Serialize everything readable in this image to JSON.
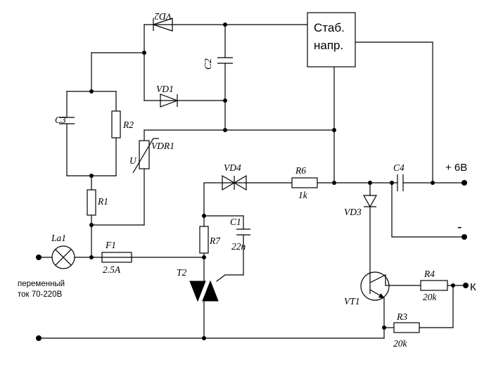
{
  "stabilizer_box": {
    "line1": "Стаб.",
    "line2": "напр."
  },
  "components": {
    "vd1": {
      "label": "VD1"
    },
    "vd2": {
      "label": "VD2"
    },
    "vd3": {
      "label": "VD3"
    },
    "vd4": {
      "label": "VD4"
    },
    "c1": {
      "label": "C1",
      "value": "22n"
    },
    "c2": {
      "label": "C2"
    },
    "c3": {
      "label": "C3"
    },
    "c4": {
      "label": "C4"
    },
    "r1": {
      "label": "R1"
    },
    "r2": {
      "label": "R2"
    },
    "r3": {
      "label": "R3",
      "value": "20k"
    },
    "r4": {
      "label": "R4",
      "value": "20k"
    },
    "r6": {
      "label": "R6",
      "value": "1k"
    },
    "r7": {
      "label": "R7"
    },
    "vdr1": {
      "label": "VDR1",
      "unit": "U"
    },
    "la1": {
      "label": "La1"
    },
    "f1": {
      "label": "F1",
      "value": "2.5A"
    },
    "t2": {
      "label": "T2"
    },
    "vt1": {
      "label": "VT1"
    }
  },
  "terminals": {
    "plus": "+ 6В",
    "minus": "-",
    "output": "К"
  },
  "annotations": {
    "ac_line1": "переменный",
    "ac_line2": "ток 70-220В"
  },
  "colors": {
    "line": "#000000",
    "background": "#ffffff"
  }
}
